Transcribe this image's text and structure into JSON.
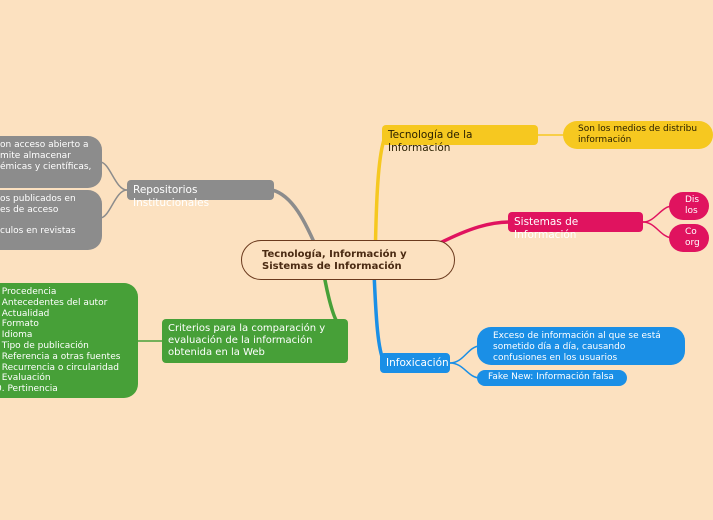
{
  "colors": {
    "background": "#fce1c0",
    "tecnologia": "#f6c820",
    "sistemas": "#e0135f",
    "infoxicacion": "#1a8fe6",
    "repositorios": "#8c8c8c",
    "criterios": "#47a038",
    "center_border": "#6b3a1e"
  },
  "center": {
    "line1": "Tecnología, Información y",
    "line2": "Sistemas de Información"
  },
  "tecnologia": {
    "label": "Tecnología de la Información",
    "sub_lines": [
      "Son los medios de distribu",
      "información"
    ]
  },
  "sistemas": {
    "label": "Sistemas de Información",
    "sub1_lines": [
      "Dis",
      "los"
    ],
    "sub2_lines": [
      "Co",
      "org"
    ]
  },
  "infoxicacion": {
    "label": "Infoxicación",
    "sub1_lines": [
      "Exceso de información al que se está",
      "sometido día a día, causando",
      "confusiones en los usuarios"
    ],
    "sub2": "Fake New: Información falsa"
  },
  "repositorios": {
    "label": "Repositorios Institucionales",
    "sub1_lines": [
      "on acceso abierto a",
      "mite almacenar",
      "émicas y científicas,"
    ],
    "sub2_lines": [
      "os publicados en",
      "es de acceso",
      "",
      "culos en revistas"
    ]
  },
  "criterios": {
    "label_lines": [
      "Criterios para la comparación y",
      "evaluación de la información",
      "obtenida en la Web"
    ],
    "items": [
      ". Procedencia",
      ". Antecedentes del autor",
      ". Actualidad",
      ". Formato",
      ". Idioma",
      ". Tipo de publicación",
      ". Referencia a otras fuentes",
      ". Recurrencia o circularidad",
      ". Evaluación",
      "0. Pertinencia"
    ]
  }
}
